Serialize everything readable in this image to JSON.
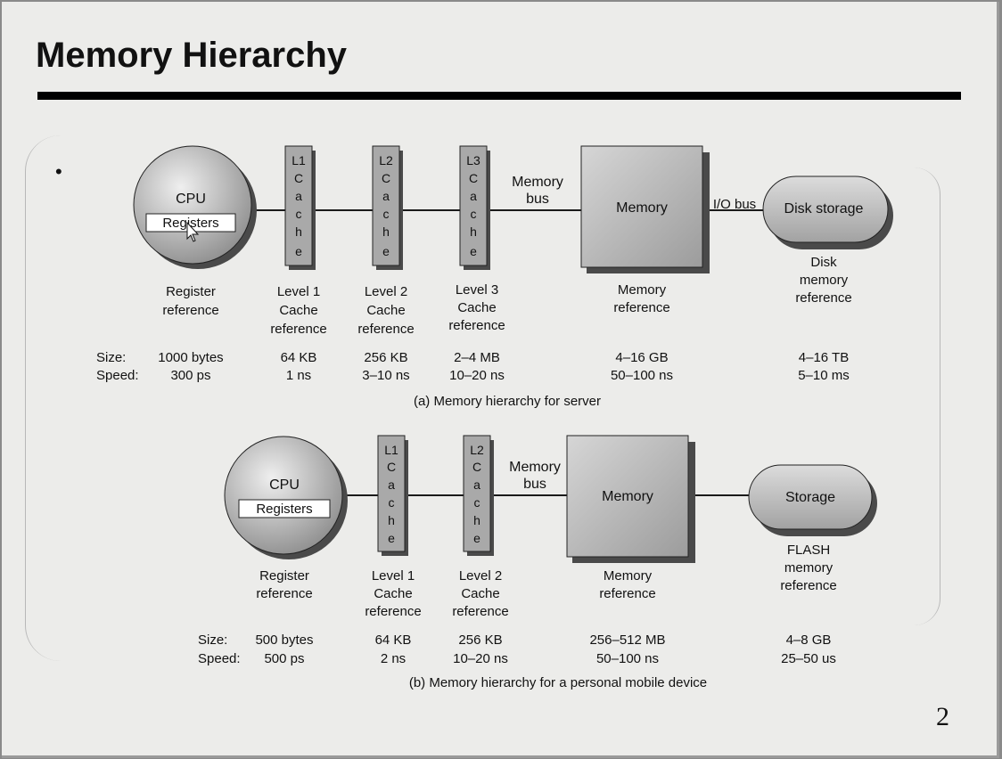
{
  "slide": {
    "title": "Memory Hierarchy",
    "bullet": "•",
    "page_number": "2"
  },
  "server": {
    "caption": "(a) Memory hierarchy for server",
    "cpu": {
      "label": "CPU",
      "registers": "Registers"
    },
    "caches": [
      {
        "letters": [
          "L1",
          "C",
          "a",
          "c",
          "h",
          "e"
        ],
        "ref": [
          "Level 1",
          "Cache",
          "reference"
        ],
        "size": "64 KB",
        "speed": "1 ns"
      },
      {
        "letters": [
          "L2",
          "C",
          "a",
          "c",
          "h",
          "e"
        ],
        "ref": [
          "Level 2",
          "Cache",
          "reference"
        ],
        "size": "256 KB",
        "speed": "3–10 ns"
      },
      {
        "letters": [
          "L3",
          "C",
          "a",
          "c",
          "h",
          "e"
        ],
        "ref": [
          "Level 3",
          "Cache",
          "reference"
        ],
        "size": "2–4 MB",
        "speed": "10–20 ns"
      }
    ],
    "memory_bus": [
      "Memory",
      "bus"
    ],
    "memory": {
      "label": "Memory",
      "ref": [
        "Memory",
        "reference"
      ],
      "size": "4–16 GB",
      "speed": "50–100 ns"
    },
    "io_bus": "I/O bus",
    "storage": {
      "label": "Disk storage",
      "ref": [
        "Disk",
        "memory",
        "reference"
      ],
      "size": "4–16 TB",
      "speed": "5–10 ms"
    },
    "register": {
      "ref": [
        "Register",
        "reference"
      ],
      "size": "1000 bytes",
      "speed": "300 ps"
    },
    "size_label": "Size:",
    "speed_label": "Speed:"
  },
  "mobile": {
    "caption": "(b) Memory hierarchy for a personal mobile device",
    "cpu": {
      "label": "CPU",
      "registers": "Registers"
    },
    "caches": [
      {
        "letters": [
          "L1",
          "C",
          "a",
          "c",
          "h",
          "e"
        ],
        "ref": [
          "Level 1",
          "Cache",
          "reference"
        ],
        "size": "64 KB",
        "speed": "2 ns"
      },
      {
        "letters": [
          "L2",
          "C",
          "a",
          "c",
          "h",
          "e"
        ],
        "ref": [
          "Level 2",
          "Cache",
          "reference"
        ],
        "size": "256 KB",
        "speed": "10–20 ns"
      }
    ],
    "memory_bus": [
      "Memory",
      "bus"
    ],
    "memory": {
      "label": "Memory",
      "ref": [
        "Memory",
        "reference"
      ],
      "size": "256–512 MB",
      "speed": "50–100 ns"
    },
    "storage": {
      "label": "Storage",
      "ref": [
        "FLASH",
        "memory",
        "reference"
      ],
      "size": "4–8 GB",
      "speed": "25–50 us"
    },
    "register": {
      "ref": [
        "Register",
        "reference"
      ],
      "size": "500 bytes",
      "speed": "500 ps"
    },
    "size_label": "Size:",
    "speed_label": "Speed:"
  },
  "colors": {
    "box_fill": "#a9a9a9",
    "shadow": "#4a4a4a",
    "line": "#1a1a1a"
  }
}
